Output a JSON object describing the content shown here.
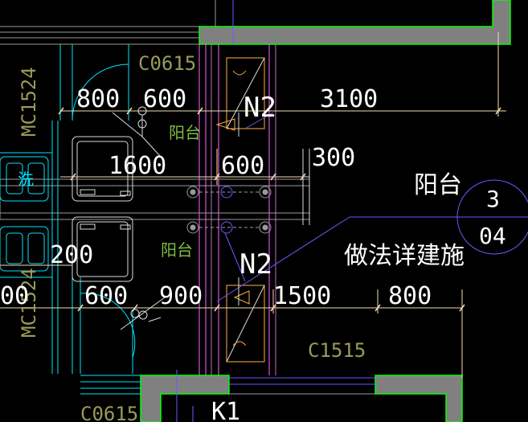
{
  "colors": {
    "background": "#000000",
    "wall_fill": "#808080",
    "wall_edge": "#00ff00",
    "dimension_line": "#f5deb3",
    "dimension_text": "#ffffff",
    "window_label": "#9a9a5a",
    "room_label": "#7fbf3f",
    "cyan_geometry": "#00e5ff",
    "magenta_geometry": "#ff66ff",
    "blue_leader": "#6a5aff",
    "orange_geometry": "#ffb040",
    "white_geometry": "#dddddd"
  },
  "labels": {
    "window_top": "C0615",
    "window_bottom_left": "C0615",
    "window_bottom_mid": "C1515",
    "door_left_top": "MC1524",
    "door_left_bottom": "MC1524",
    "balcony_top": "阳台",
    "balcony_bottom": "阳台",
    "balcony_right": "阳台",
    "wash": "洗",
    "room_n2_top": "N2",
    "room_n2_bottom": "N2",
    "room_k1": "K1",
    "note": "做法详建施",
    "detail_num": "3",
    "detail_sheet": "04"
  },
  "dimensions": {
    "d800": "800",
    "d600_top": "600",
    "d3100": "3100",
    "d1600": "1600",
    "d600_mid": "600",
    "d300": "300",
    "d200": "200",
    "d00": "00",
    "d600_bot": "600",
    "d900": "900",
    "d1500": "1500",
    "d800_bot": "800"
  }
}
